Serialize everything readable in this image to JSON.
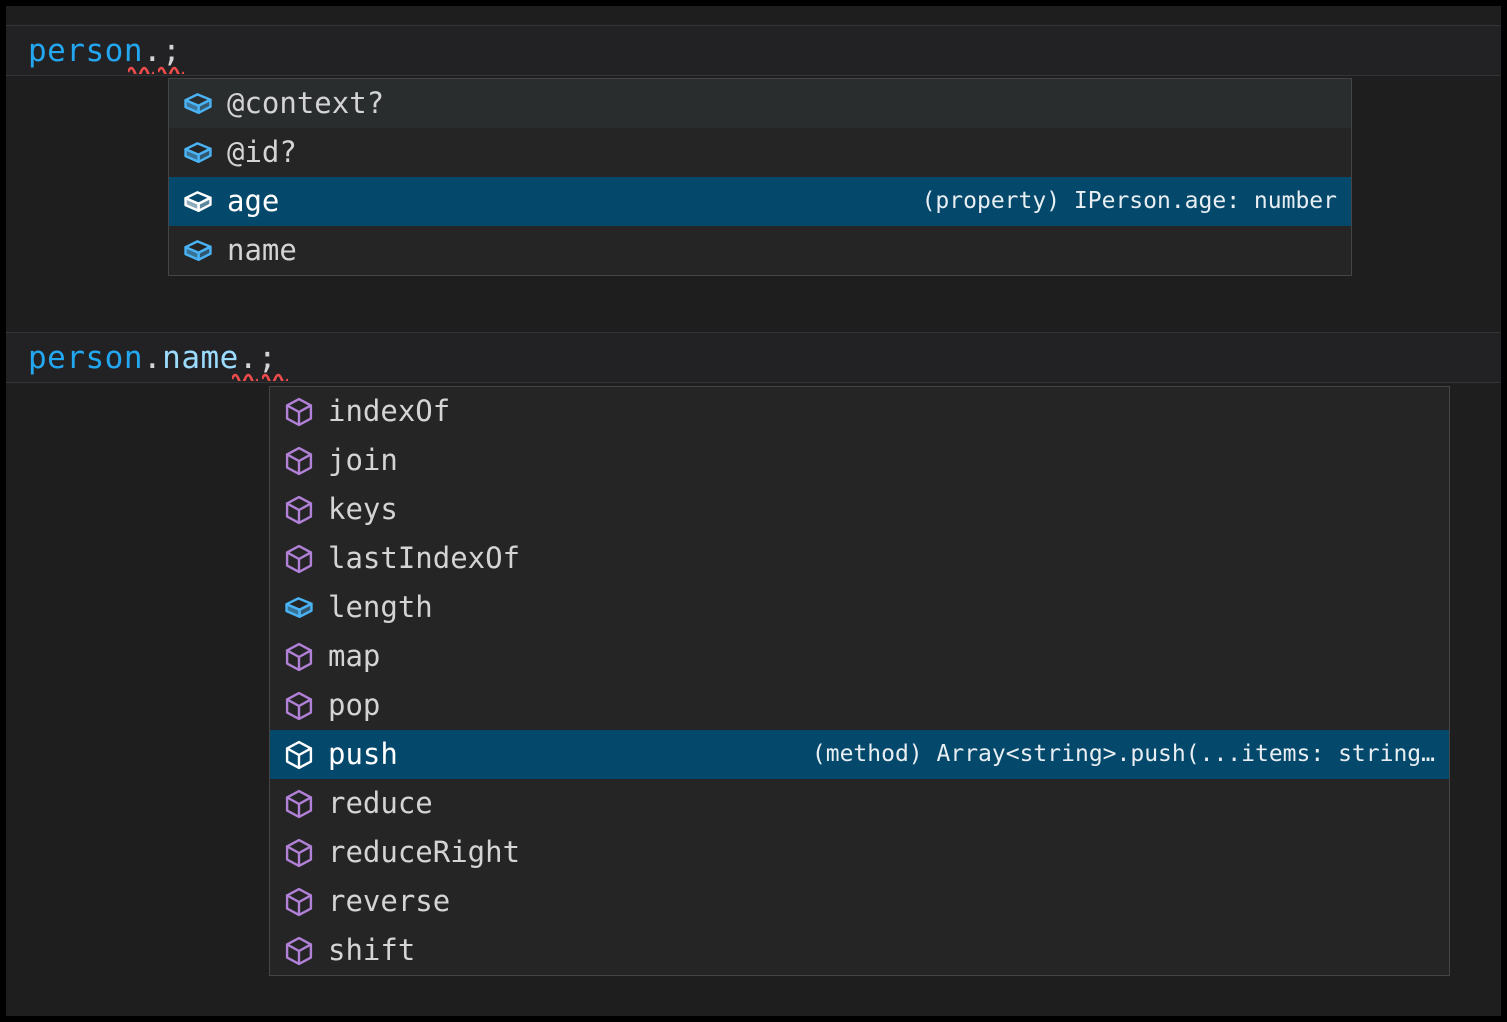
{
  "theme": {
    "editor_background": "#1e1e1e",
    "line_background": "#222225",
    "widget_background": "#252526",
    "widget_border": "#454545",
    "selected_row_background": "#04486b",
    "hover_row_background": "#2a2d2e",
    "identifier_color": "#22a7f0",
    "property_color": "#9cdcfe",
    "punctuation_color": "#d4d4d4",
    "property_icon_color": "#4ab3f4",
    "method_icon_color": "#b180d7",
    "selected_icon_color": "#ffffff",
    "error_squiggle_color": "#f14c4c",
    "label_color": "#d4d4d4",
    "detail_color": "#e8eef2"
  },
  "blocks": [
    {
      "name": "person-member-completion",
      "code": {
        "identifier": "person",
        "dot": ".",
        "semicolon": ";"
      },
      "suggest": {
        "items": [
          {
            "label": "@context?",
            "icon": "property-cube-icon",
            "icon_kind": "property",
            "state": "hover",
            "detail": ""
          },
          {
            "label": "@id?",
            "icon": "property-cube-icon",
            "icon_kind": "property",
            "state": "normal",
            "detail": ""
          },
          {
            "label": "age",
            "icon": "property-cube-icon",
            "icon_kind": "property",
            "state": "selected",
            "detail": "(property) IPerson.age: number"
          },
          {
            "label": "name",
            "icon": "property-cube-icon",
            "icon_kind": "property",
            "state": "normal",
            "detail": ""
          }
        ]
      }
    },
    {
      "name": "person-name-member-completion",
      "code": {
        "identifier": "person",
        "dot": ".",
        "property": "name",
        "dot2": ".",
        "semicolon": ";"
      },
      "suggest": {
        "items": [
          {
            "label": "indexOf",
            "icon": "method-cube-icon",
            "icon_kind": "method",
            "state": "normal",
            "detail": ""
          },
          {
            "label": "join",
            "icon": "method-cube-icon",
            "icon_kind": "method",
            "state": "normal",
            "detail": ""
          },
          {
            "label": "keys",
            "icon": "method-cube-icon",
            "icon_kind": "method",
            "state": "normal",
            "detail": ""
          },
          {
            "label": "lastIndexOf",
            "icon": "method-cube-icon",
            "icon_kind": "method",
            "state": "normal",
            "detail": ""
          },
          {
            "label": "length",
            "icon": "property-cube-icon",
            "icon_kind": "property",
            "state": "normal",
            "detail": ""
          },
          {
            "label": "map",
            "icon": "method-cube-icon",
            "icon_kind": "method",
            "state": "normal",
            "detail": ""
          },
          {
            "label": "pop",
            "icon": "method-cube-icon",
            "icon_kind": "method",
            "state": "normal",
            "detail": ""
          },
          {
            "label": "push",
            "icon": "method-cube-icon",
            "icon_kind": "method",
            "state": "selected",
            "detail": "(method) Array<string>.push(...items: string…"
          },
          {
            "label": "reduce",
            "icon": "method-cube-icon",
            "icon_kind": "method",
            "state": "normal",
            "detail": ""
          },
          {
            "label": "reduceRight",
            "icon": "method-cube-icon",
            "icon_kind": "method",
            "state": "normal",
            "detail": ""
          },
          {
            "label": "reverse",
            "icon": "method-cube-icon",
            "icon_kind": "method",
            "state": "normal",
            "detail": ""
          },
          {
            "label": "shift",
            "icon": "method-cube-icon",
            "icon_kind": "method",
            "state": "normal",
            "detail": ""
          }
        ]
      }
    }
  ]
}
